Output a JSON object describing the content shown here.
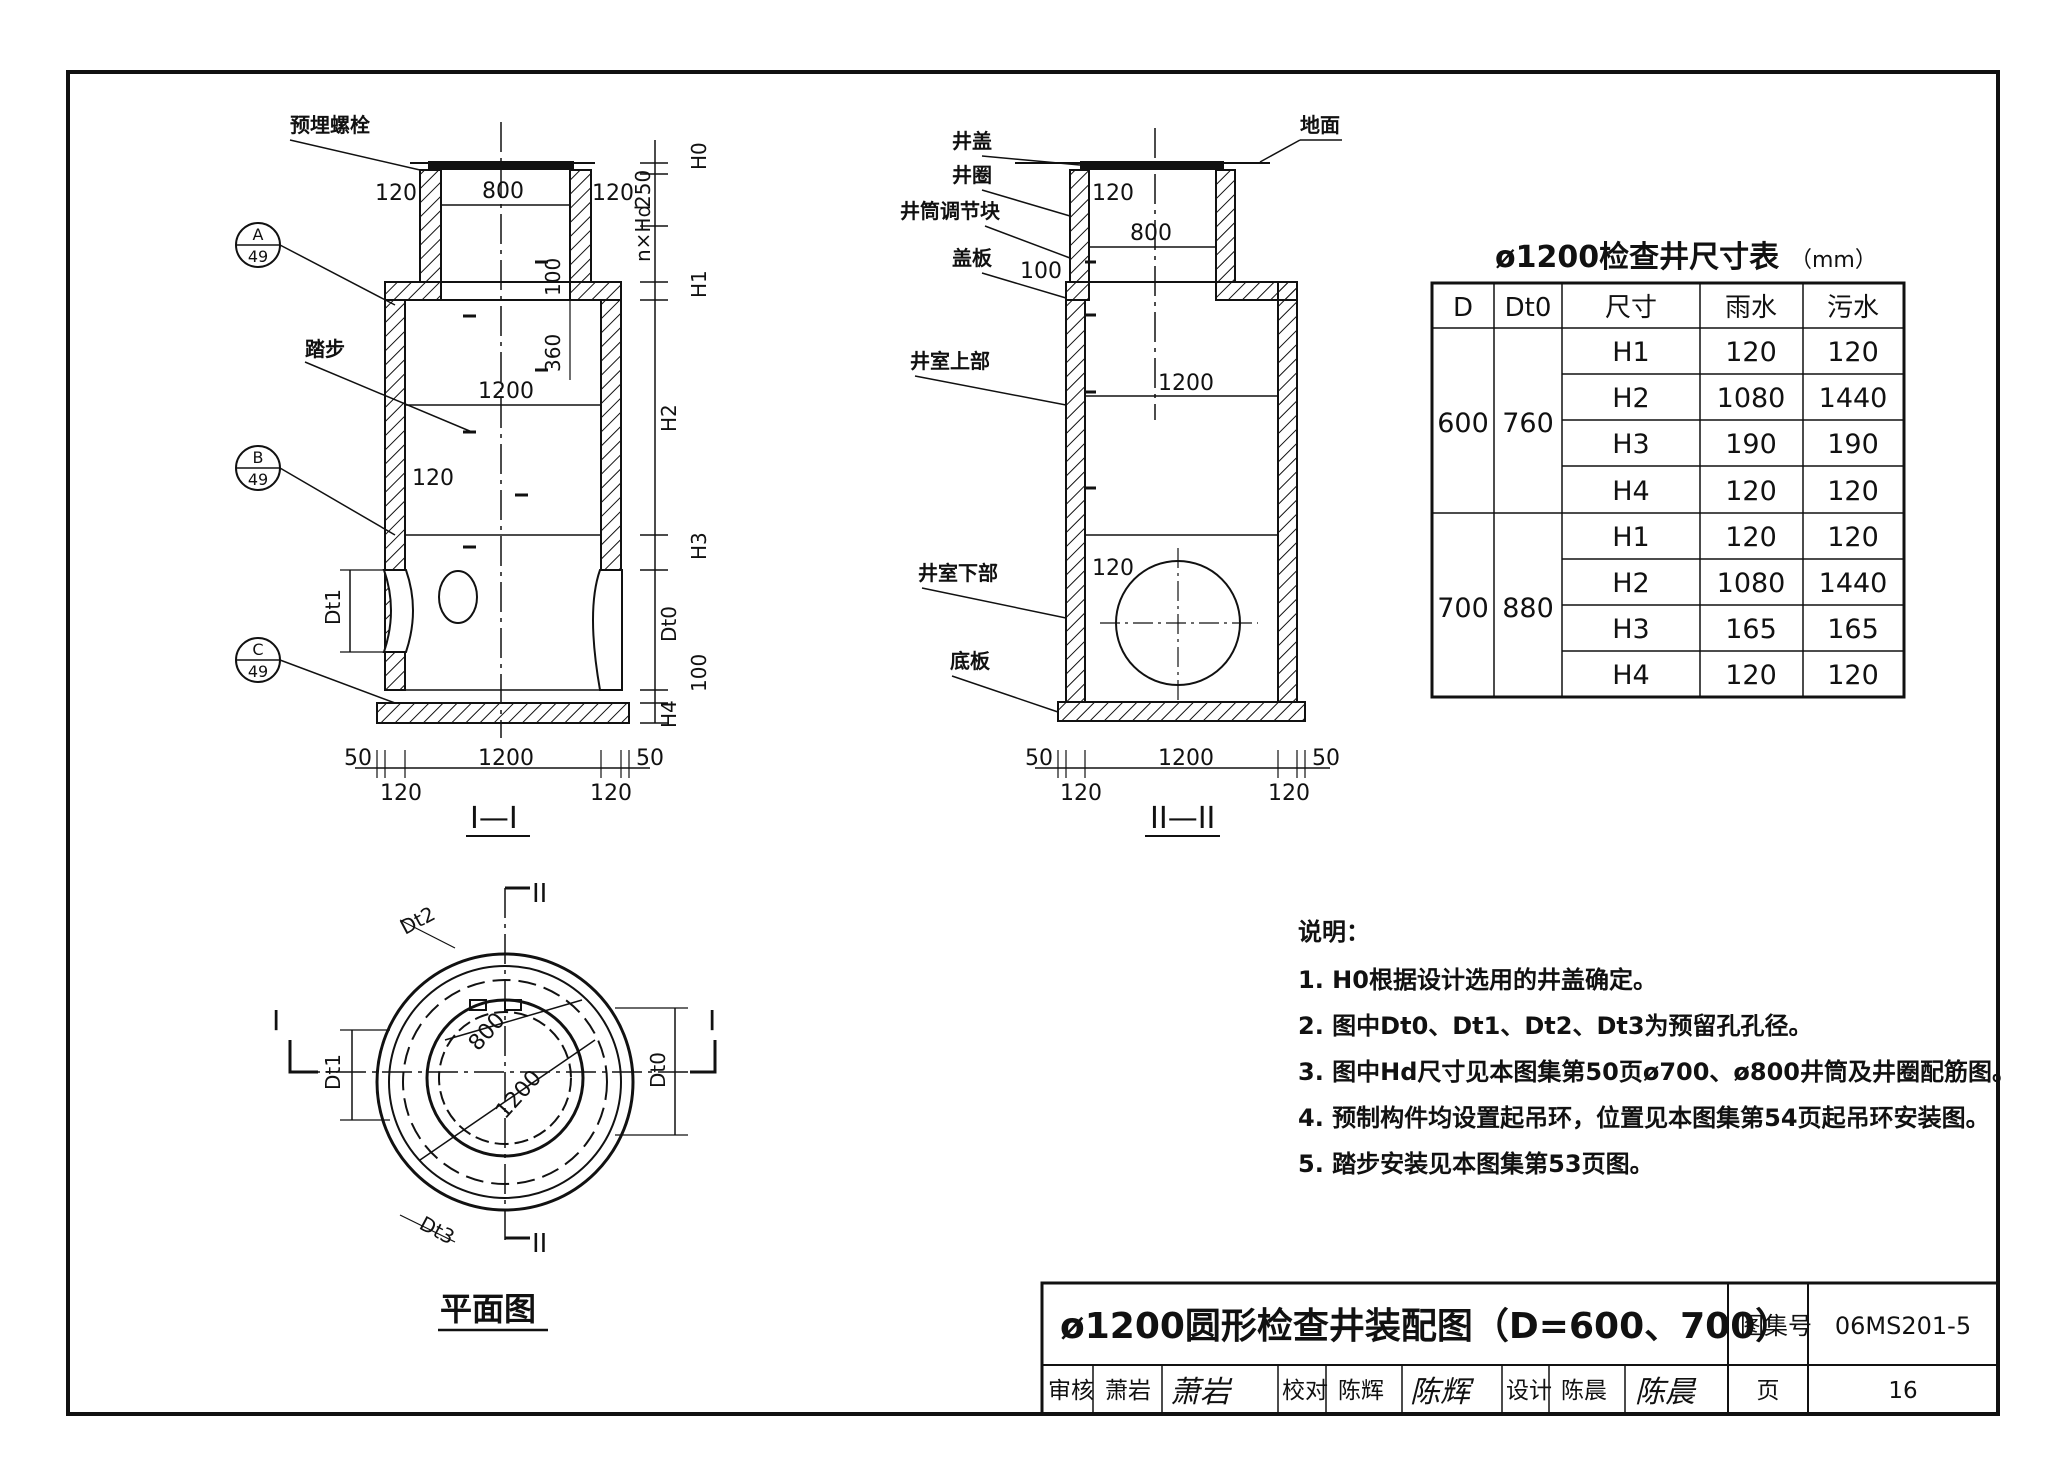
{
  "section1": {
    "title": "I—I",
    "labels": {
      "bolt": "预埋螺栓",
      "step": "踏步"
    },
    "refs": [
      {
        "letter": "A",
        "page": "49"
      },
      {
        "letter": "B",
        "page": "49"
      },
      {
        "letter": "C",
        "page": "49"
      }
    ],
    "dims": {
      "wall_top": "120",
      "shaft": "800",
      "chamber": "1200",
      "wall_side": "120",
      "d100": "100",
      "d360": "360",
      "d250": "250",
      "d100b": "100",
      "bottom_edge": "50",
      "bottom_span": "1200",
      "bottom_wall": "120"
    },
    "vdims": {
      "h0": "H0",
      "nhd": "n×Hd",
      "h1": "H1",
      "h2": "H2",
      "h3": "H3",
      "dt0": "Dt0",
      "h4": "H4",
      "dt1": "Dt1"
    }
  },
  "section2": {
    "title": "II—II",
    "labels": {
      "cover": "井盖",
      "ring": "井圈",
      "adjust": "井筒调节块",
      "lid": "盖板",
      "ground": "地面",
      "upper": "井室上部",
      "lower": "井室下部",
      "base": "底板"
    },
    "dims": {
      "wall_top": "120",
      "shaft": "800",
      "d100": "100",
      "chamber": "1200",
      "wall_lower": "120",
      "bottom_edge": "50",
      "bottom_span": "1200",
      "bottom_wall": "120"
    }
  },
  "plan": {
    "title": "平面图",
    "cut1": "I",
    "cut2": "II",
    "dims": {
      "inner": "800",
      "outer": "1200",
      "dt0": "Dt0",
      "dt1": "Dt1",
      "dt2": "Dt2",
      "dt3": "Dt3"
    }
  },
  "table": {
    "title": "ø1200检查井尺寸表",
    "unit": "（mm）",
    "headers": [
      "D",
      "Dt0",
      "尺寸",
      "雨水",
      "污水"
    ],
    "groups": [
      {
        "D": "600",
        "Dt0": "760",
        "rows": [
          [
            "H1",
            "120",
            "120"
          ],
          [
            "H2",
            "1080",
            "1440"
          ],
          [
            "H3",
            "190",
            "190"
          ],
          [
            "H4",
            "120",
            "120"
          ]
        ]
      },
      {
        "D": "700",
        "Dt0": "880",
        "rows": [
          [
            "H1",
            "120",
            "120"
          ],
          [
            "H2",
            "1080",
            "1440"
          ],
          [
            "H3",
            "165",
            "165"
          ],
          [
            "H4",
            "120",
            "120"
          ]
        ]
      }
    ]
  },
  "notes": {
    "heading": "说明：",
    "items": [
      "1. H0根据设计选用的井盖确定。",
      "2. 图中Dt0、Dt1、Dt2、Dt3为预留孔孔径。",
      "3. 图中Hd尺寸见本图集第50页ø700、ø800井筒及井圈配筋图。",
      "4. 预制构件均设置起吊环，位置见本图集第54页起吊环安装图。",
      "5. 踏步安装见本图集第53页图。"
    ]
  },
  "titleblock": {
    "title": "ø1200圆形检查井装配图（D=600、700）",
    "atlas_label": "图集号",
    "atlas_no": "06MS201-5",
    "review_label": "审核",
    "reviewer": "萧岩",
    "reviewer_sig": "萧岩",
    "check_label": "校对",
    "checker": "陈辉",
    "checker_sig": "陈辉",
    "design_label": "设计",
    "designer": "陈晨",
    "designer_sig": "陈晨",
    "page_label": "页",
    "page_no": "16"
  }
}
